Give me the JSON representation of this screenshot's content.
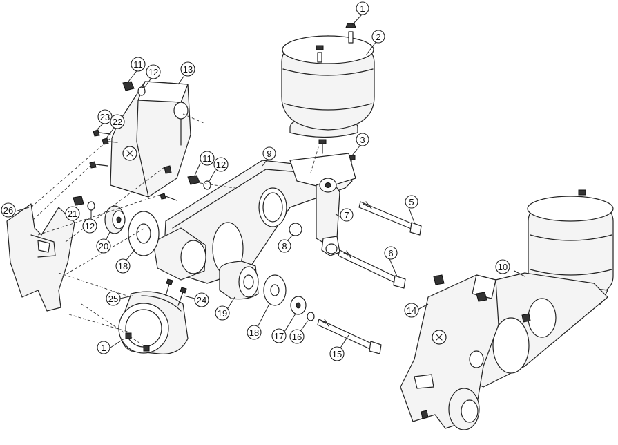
{
  "callouts": [
    {
      "id": "c1a",
      "label": "1"
    },
    {
      "id": "c2",
      "label": "2"
    },
    {
      "id": "c3",
      "label": "3"
    },
    {
      "id": "c5",
      "label": "5"
    },
    {
      "id": "c6",
      "label": "6"
    },
    {
      "id": "c7",
      "label": "7"
    },
    {
      "id": "c8",
      "label": "8"
    },
    {
      "id": "c9",
      "label": "9"
    },
    {
      "id": "c10",
      "label": "10"
    },
    {
      "id": "c11a",
      "label": "11"
    },
    {
      "id": "c12a",
      "label": "12"
    },
    {
      "id": "c13",
      "label": "13"
    },
    {
      "id": "c11b",
      "label": "11"
    },
    {
      "id": "c12b",
      "label": "12"
    },
    {
      "id": "c23",
      "label": "23"
    },
    {
      "id": "c22",
      "label": "22"
    },
    {
      "id": "c26",
      "label": "26"
    },
    {
      "id": "c21",
      "label": "21"
    },
    {
      "id": "c12c",
      "label": "12"
    },
    {
      "id": "c20",
      "label": "20"
    },
    {
      "id": "c18a",
      "label": "18"
    },
    {
      "id": "c19",
      "label": "19"
    },
    {
      "id": "c18b",
      "label": "18"
    },
    {
      "id": "c17",
      "label": "17"
    },
    {
      "id": "c16",
      "label": "16"
    },
    {
      "id": "c15",
      "label": "15"
    },
    {
      "id": "c25",
      "label": "25"
    },
    {
      "id": "c24",
      "label": "24"
    },
    {
      "id": "c1b",
      "label": "1"
    },
    {
      "id": "c14",
      "label": "14"
    }
  ]
}
